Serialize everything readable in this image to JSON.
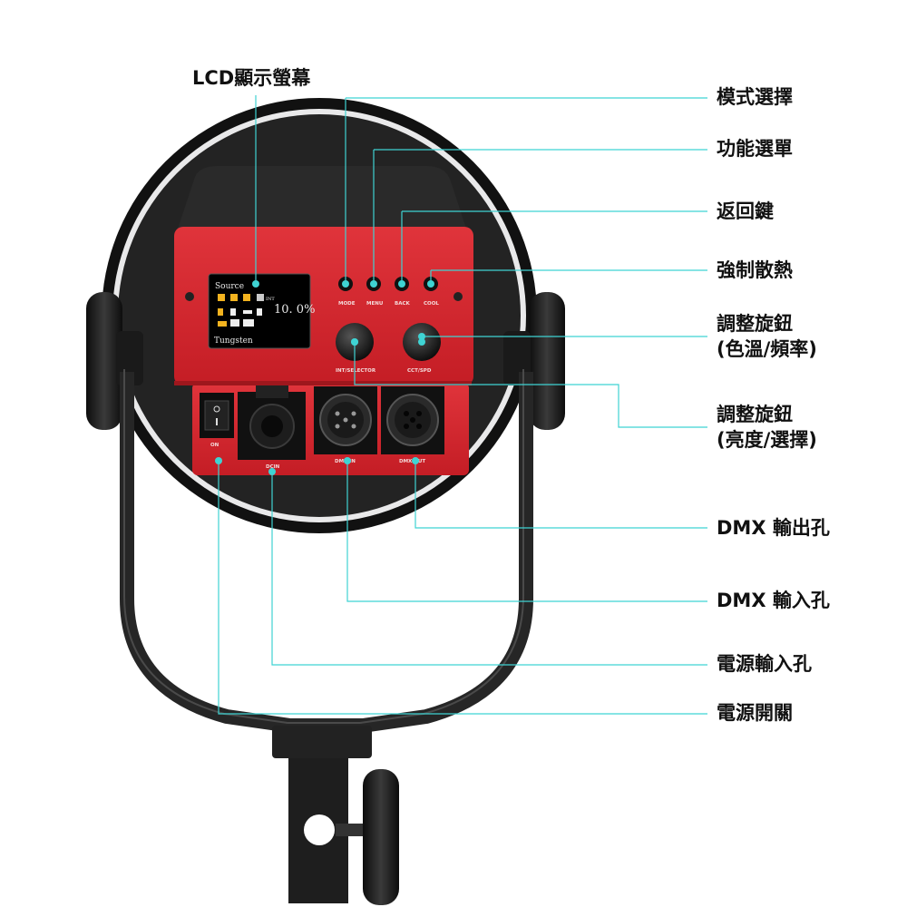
{
  "product": {
    "panel_labels": {
      "mode": "MODE",
      "menu": "MENU",
      "back": "BACK",
      "cool": "COOL",
      "int_selector": "INT/SELECTOR",
      "cct_spd": "CCT/SPD",
      "on": "ON",
      "dcin": "DCIN",
      "dmx_in": "DMX IN",
      "dmx_out": "DMX OUT"
    },
    "lcd": {
      "source_label": "Source",
      "int_label": "INT",
      "value": "10. 0%",
      "preset": "Tungsten"
    }
  },
  "callouts": {
    "lcd_screen": "LCD顯示螢幕",
    "mode_select": "模式選擇",
    "function_menu": "功能選單",
    "back_key": "返回鍵",
    "force_cooling": "強制散熱",
    "knob_cct_line1": "調整旋鈕",
    "knob_cct_line2": "(色溫/頻率)",
    "knob_int_line1": "調整旋鈕",
    "knob_int_line2": "(亮度/選擇)",
    "dmx_out": "DMX 輸出孔",
    "dmx_in": "DMX 輸入孔",
    "power_in": "電源輸入孔",
    "power_switch": "電源開關"
  },
  "colors": {
    "leader_line": "#3fd3d3",
    "panel_red": "#d9262d",
    "body_black": "#1c1c1c"
  }
}
